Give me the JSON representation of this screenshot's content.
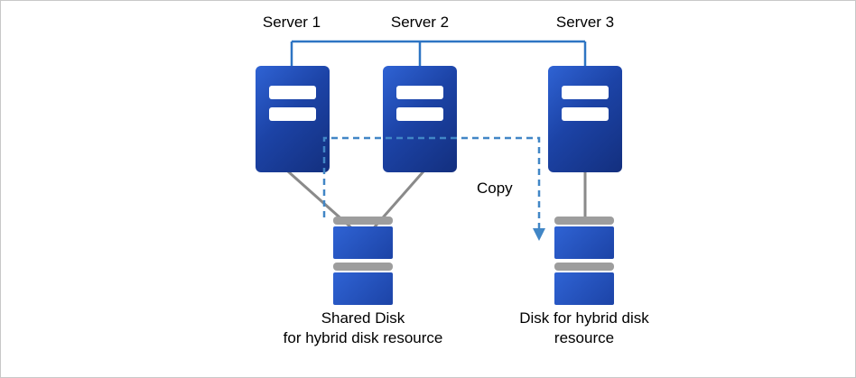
{
  "diagram": {
    "servers": [
      {
        "label": "Server 1"
      },
      {
        "label": "Server 2"
      },
      {
        "label": "Server 3"
      }
    ],
    "copy_label": "Copy",
    "shared_disk_caption": {
      "line1": "Shared Disk",
      "line2": "for hybrid disk resource"
    },
    "hybrid_disk_caption": {
      "line1": "Disk for hybrid disk",
      "line2": "resource"
    }
  },
  "colors": {
    "background": "#ffffff",
    "border-gray": "#c8c8c8",
    "text-black": "#000000",
    "connector-blue": "#2e75c3",
    "dashed-blue": "#4186c6",
    "line-gray": "#8a8a8a",
    "server-blue-light": "#2f63d4",
    "server-blue-mid": "#1c43a6",
    "server-blue-dark": "#132f7e",
    "disk-blue-light": "#2f63d4",
    "disk-blue-dark": "#1c43a6",
    "cap-gray": "#9d9d9d"
  }
}
